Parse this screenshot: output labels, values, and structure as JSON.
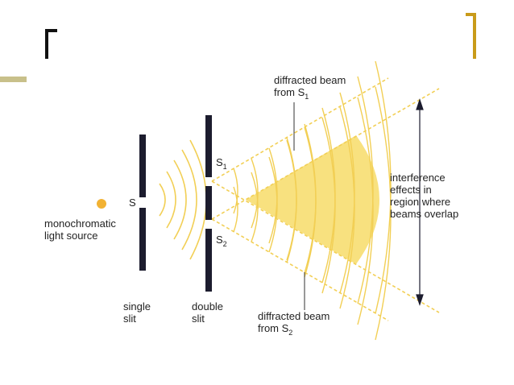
{
  "diagram": {
    "colors": {
      "wave": "#f2cf55",
      "overlap": "#f7dc69",
      "source": "#f2b233",
      "slit": "#1c1c2e",
      "corner_left": "#111111",
      "corner_right": "#c99b1a",
      "rule": "#c8c08a",
      "text": "#222222"
    },
    "labels": {
      "source": "monochromatic light source",
      "source_line1": "monochromatic",
      "source_line2": "light source",
      "s": "S",
      "s1": "S",
      "s1_sub": "1",
      "s2": "S",
      "s2_sub": "2",
      "single_slit_line1": "single",
      "single_slit_line2": "slit",
      "double_slit_line1": "double",
      "double_slit_line2": "slit",
      "diffracted_top_line1": "diffracted beam",
      "diffracted_top_line2": "from S",
      "diffracted_top_sub": "1",
      "diffracted_bottom_line1": "diffracted beam",
      "diffracted_bottom_line2": "from S",
      "diffracted_bottom_sub": "2",
      "interference_line1": "interference",
      "interference_line2": "effects in",
      "interference_line3": "region where",
      "interference_line4": "beams overlap"
    }
  }
}
